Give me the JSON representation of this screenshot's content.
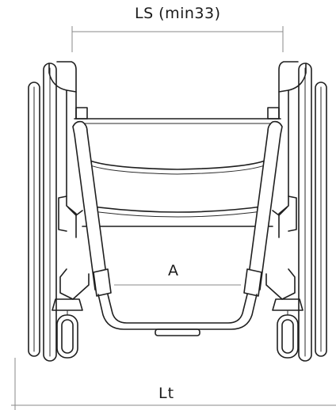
{
  "labels": {
    "seat_width": "LS (min33)",
    "seat_depth_marker": "A",
    "total_width": "Lt"
  }
}
